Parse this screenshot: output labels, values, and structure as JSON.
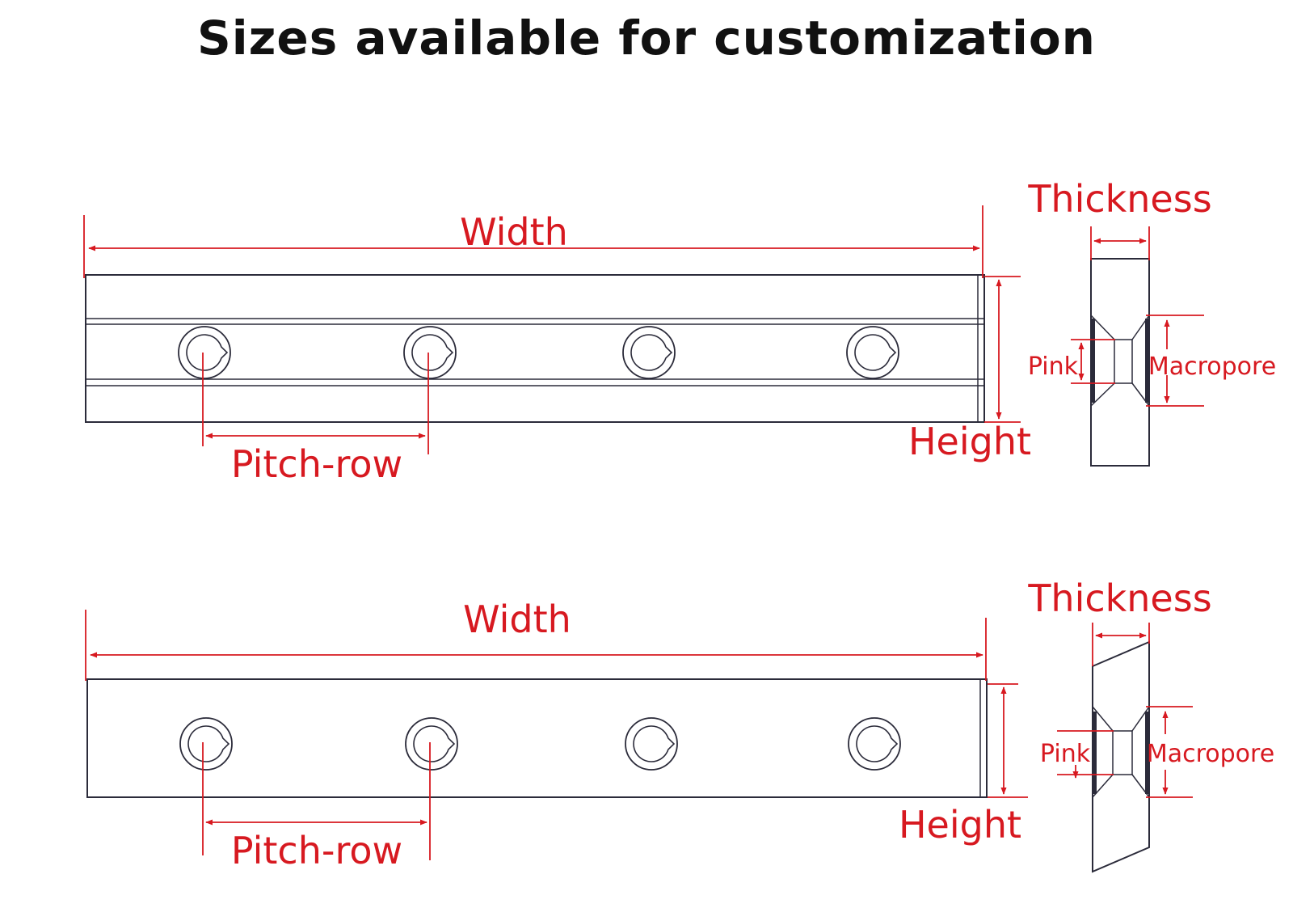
{
  "title": "Sizes available for customization",
  "colors": {
    "line": "#2b2b3a",
    "dimension": "#d71920",
    "background": "#ffffff"
  },
  "diagrams": [
    {
      "variant": "grooved-rail",
      "labels": {
        "width": "Width",
        "height": "Height",
        "pitch": "Pitch-row"
      },
      "hole_count": 4,
      "section": {
        "labels": {
          "thickness": "Thickness",
          "pink": "Pink",
          "macropore": "Macropore"
        }
      }
    },
    {
      "variant": "flat-rail",
      "labels": {
        "width": "Width",
        "height": "Height",
        "pitch": "Pitch-row"
      },
      "hole_count": 4,
      "section": {
        "labels": {
          "thickness": "Thickness",
          "pink": "Pink",
          "macropore": "Macropore"
        }
      }
    }
  ]
}
